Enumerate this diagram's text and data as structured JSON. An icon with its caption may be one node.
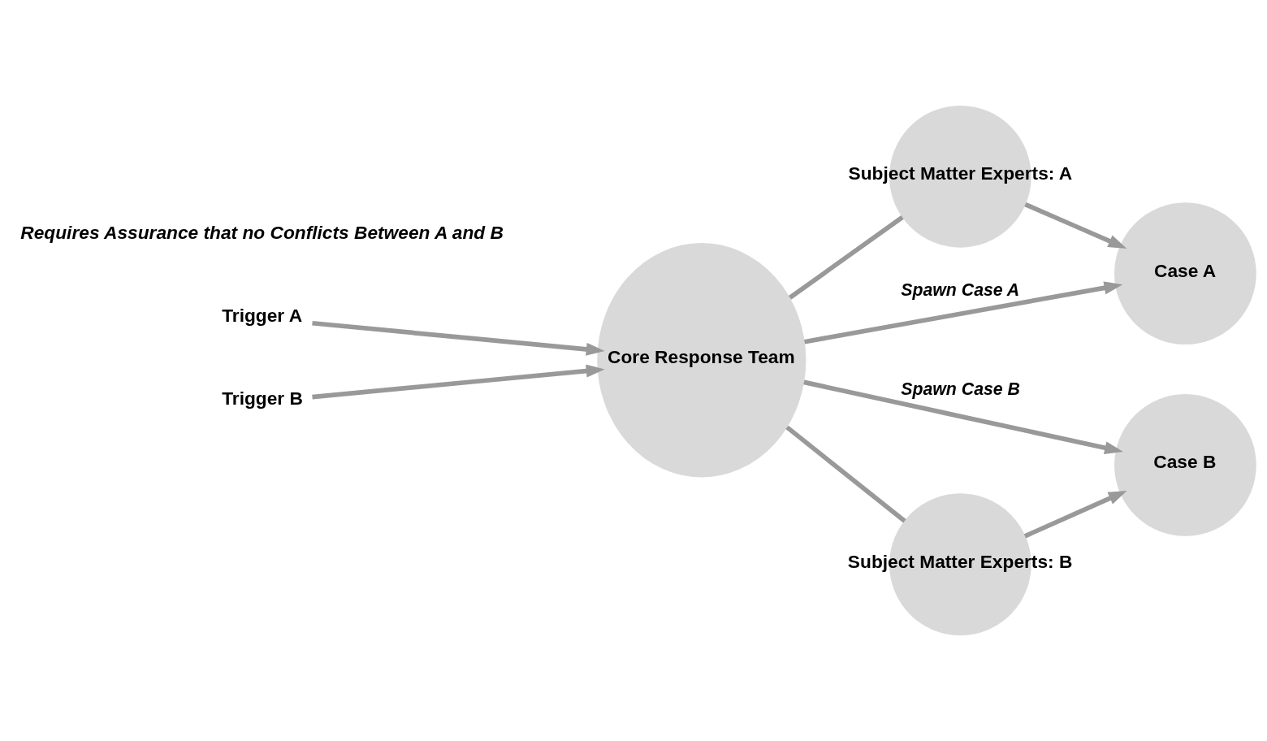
{
  "diagram": {
    "nodes": [
      {
        "text": [
          "Trigger A"
        ]
      },
      {
        "text": [
          "Trigger B"
        ]
      },
      {
        "text": [
          "Core Response Team"
        ]
      },
      {
        "text": [
          "Subject Matter Experts: A"
        ]
      },
      {
        "text": [
          "Case A"
        ]
      },
      {
        "text": [
          "Case B"
        ]
      },
      {
        "text": [
          "Subject Matter Experts: B"
        ]
      }
    ],
    "edges": [
      {
        "from": 0,
        "to": 2,
        "arrow": "to"
      },
      {
        "from": 1,
        "to": 2,
        "arrow": "to"
      },
      {
        "from": 2,
        "to": 3,
        "arrow": "none"
      },
      {
        "from": 3,
        "to": 4,
        "arrow": "to"
      },
      {
        "from": 2,
        "to": 4,
        "label": "Spawn Case A",
        "arrow": "to"
      },
      {
        "from": 2,
        "to": 5,
        "label": "Spawn Case B",
        "arrow": "to"
      },
      {
        "from": 2,
        "to": 6,
        "arrow": "none"
      },
      {
        "from": 6,
        "to": 5,
        "arrow": "to"
      }
    ],
    "labels": [
      "Requires Assurance that no Conflicts Between A and B"
    ]
  }
}
